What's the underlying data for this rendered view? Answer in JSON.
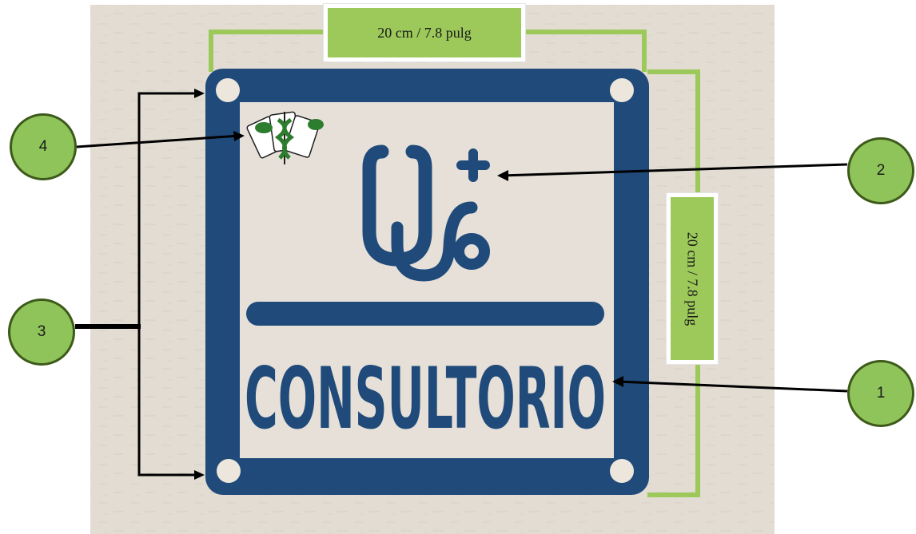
{
  "dimensions": {
    "width_label": "20 cm / 7.8 pulg",
    "height_label": "20 cm / 7.8 pulg"
  },
  "sign": {
    "text": "CONSULTORIO",
    "icon": "stethoscope-plus-icon",
    "logo": "caduceus-logo"
  },
  "callouts": {
    "c1": "1",
    "c2": "2",
    "c3": "3",
    "c4": "4"
  },
  "colors": {
    "sign_blue": "#1f4a7a",
    "accent_green": "#9cc95a",
    "callout_border": "#3d5a1a",
    "background": "#e4ddd4"
  }
}
